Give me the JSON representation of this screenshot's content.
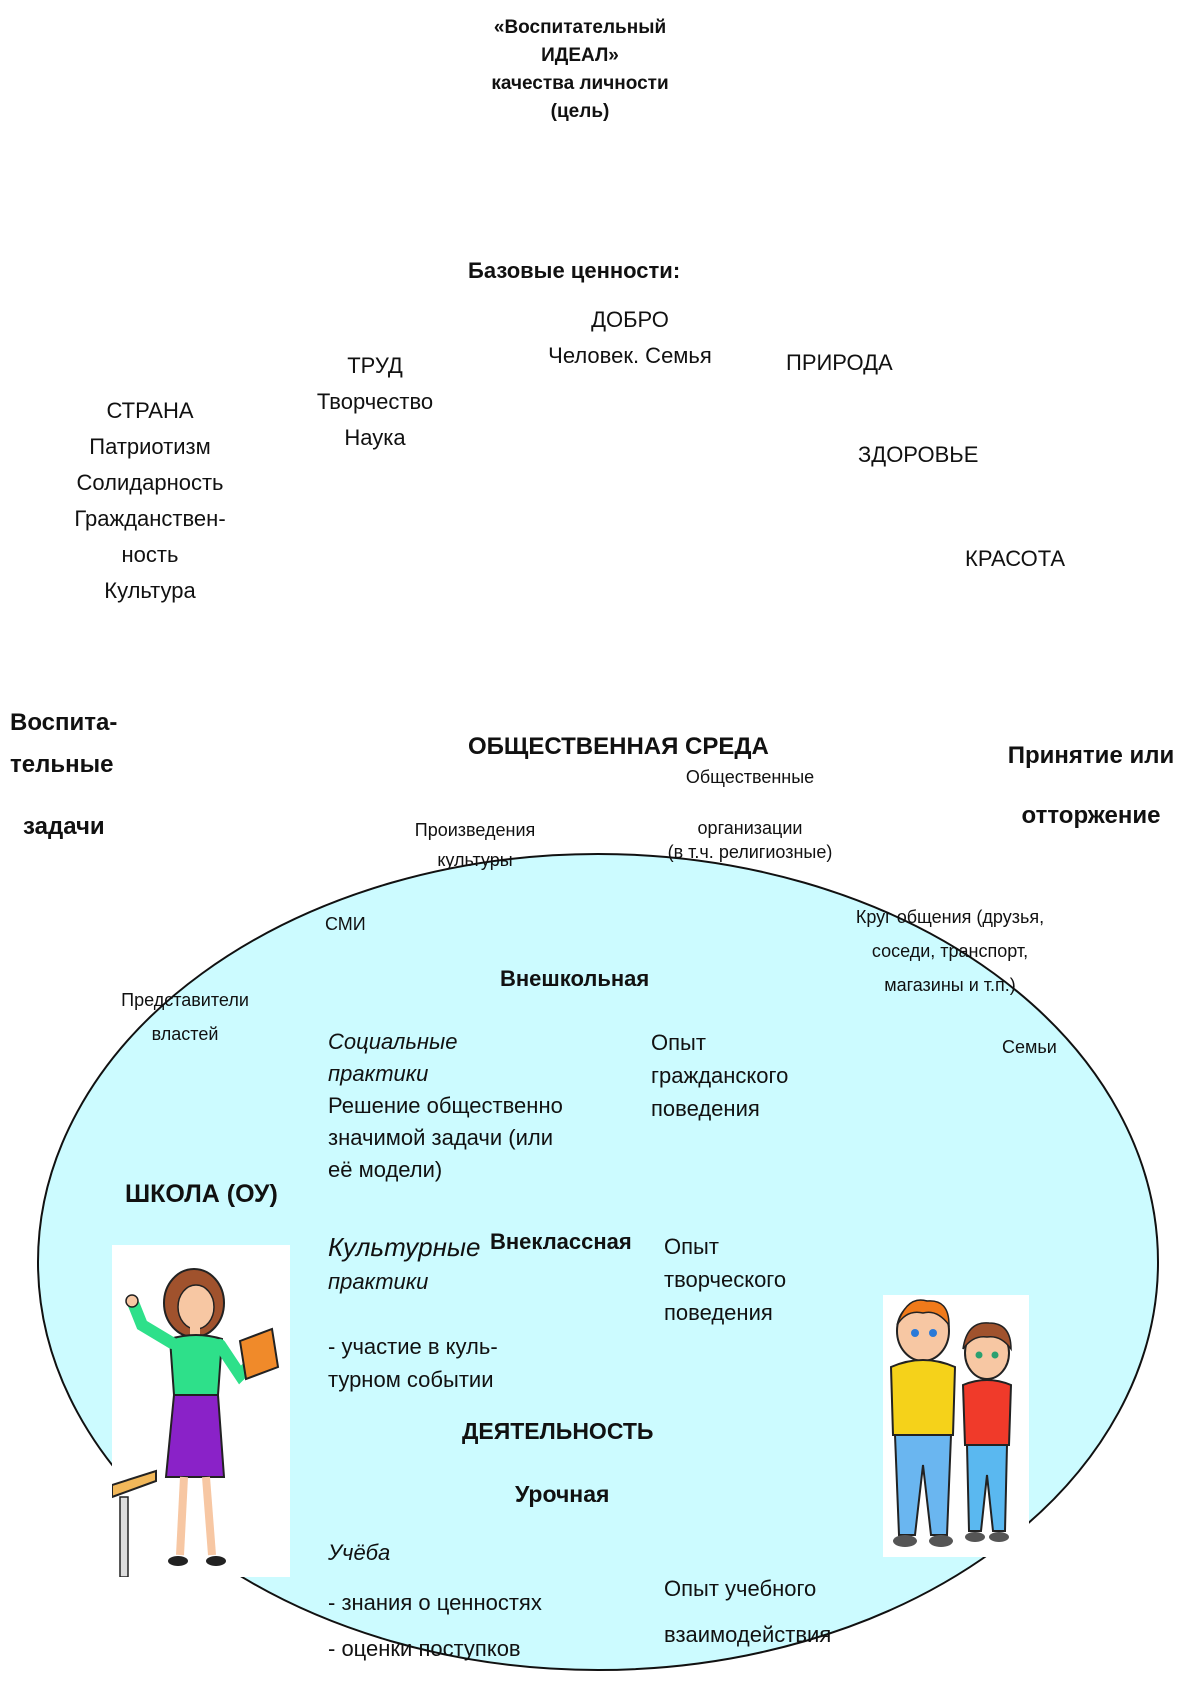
{
  "ideal": {
    "line1": "«Воспитательный",
    "line2": "ИДЕАЛ»",
    "line3": "качества личности",
    "line4": "(цель)"
  },
  "values": {
    "title": "Базовые ценности:",
    "dobro": [
      "ДОБРО",
      "Человек. Семья"
    ],
    "priroda": "ПРИРОДА",
    "trud": [
      "ТРУД",
      "Творчество",
      "Наука"
    ],
    "strana": [
      "СТРАНА",
      "Патриотизм",
      "Солидарность",
      "Гражданствен-",
      "ность",
      "Культура"
    ],
    "zdorovye": "ЗДОРОВЬЕ",
    "krasota": "КРАСОТА"
  },
  "left_label": [
    "Воспита-",
    "тельные",
    "задачи"
  ],
  "right_label": [
    "Принятие или",
    "отторжение"
  ],
  "environment": {
    "title": "ОБЩЕСТВЕННАЯ СРЕДА",
    "orgs": [
      "Общественные",
      "организации",
      "(в т.ч. религиозные)"
    ],
    "culture_works": [
      "Произведения",
      "культуры"
    ],
    "media": "СМИ",
    "circle": [
      "Круг общения (друзья,",
      "соседи, транспорт,",
      "магазины и т.п.)"
    ],
    "authorities": [
      "Представители",
      "властей"
    ],
    "families": "Семьи"
  },
  "school": {
    "title": "ШКОЛА (ОУ)",
    "outside": "Внешкольная",
    "social_practices": [
      "Социальные",
      "практики"
    ],
    "social_task": [
      "Решение общественно",
      "значимой задачи (или",
      "её модели)"
    ],
    "civic_exp": [
      "Опыт",
      "гражданского",
      "поведения"
    ],
    "cultural_practices": [
      "Культурные",
      "практики"
    ],
    "extracurricular": "Внеклассная",
    "creative_exp": [
      "Опыт",
      "творческого",
      "поведения"
    ],
    "cultural_event": [
      "- участие в куль-",
      "турном событии"
    ],
    "activity": "ДЕЯТЕЛЬНОСТЬ",
    "lesson": "Урочная",
    "study": "Учёба",
    "study_items": [
      "- знания о ценностях",
      "- оценки поступков"
    ],
    "learning_exp": [
      "Опыт учебного",
      "взаимодействия"
    ]
  },
  "colors": {
    "ellipse_fill": "#ccfbff",
    "ellipse_stroke": "#111111"
  }
}
